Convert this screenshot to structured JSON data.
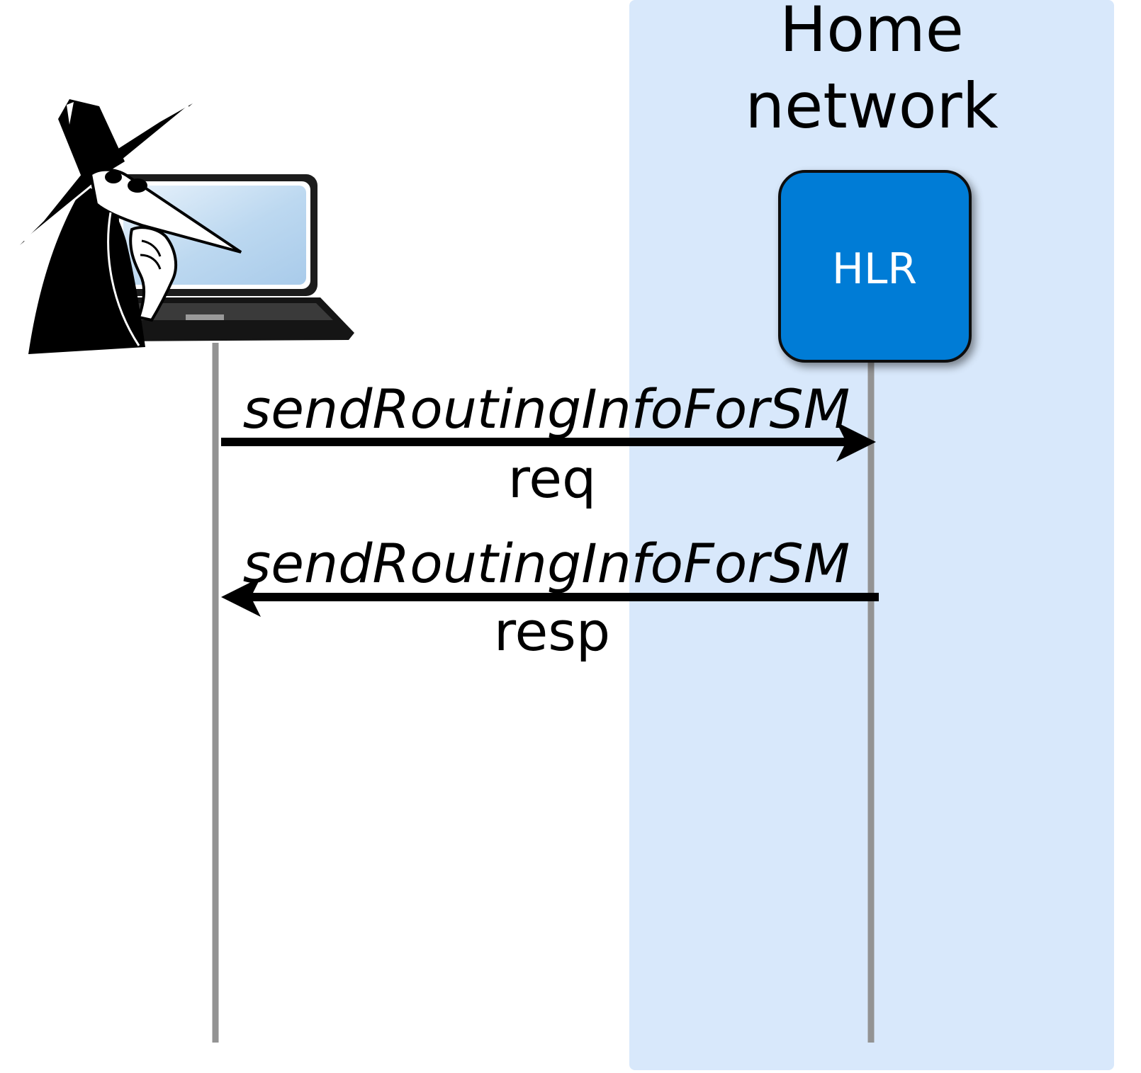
{
  "zone": {
    "title_line1": "Home",
    "title_line2": "network",
    "fill": "#d8e8fb"
  },
  "participants": {
    "attacker": {
      "icon": "spy-at-laptop-icon"
    },
    "hlr": {
      "label": "HLR",
      "fill": "#007bd6"
    }
  },
  "lifeline_color": "#939393",
  "messages": [
    {
      "name": "sendRoutingInfoForSM",
      "type": "req",
      "from": "attacker",
      "to": "hlr"
    },
    {
      "name": "sendRoutingInfoForSM",
      "type": "resp",
      "from": "hlr",
      "to": "attacker"
    }
  ]
}
